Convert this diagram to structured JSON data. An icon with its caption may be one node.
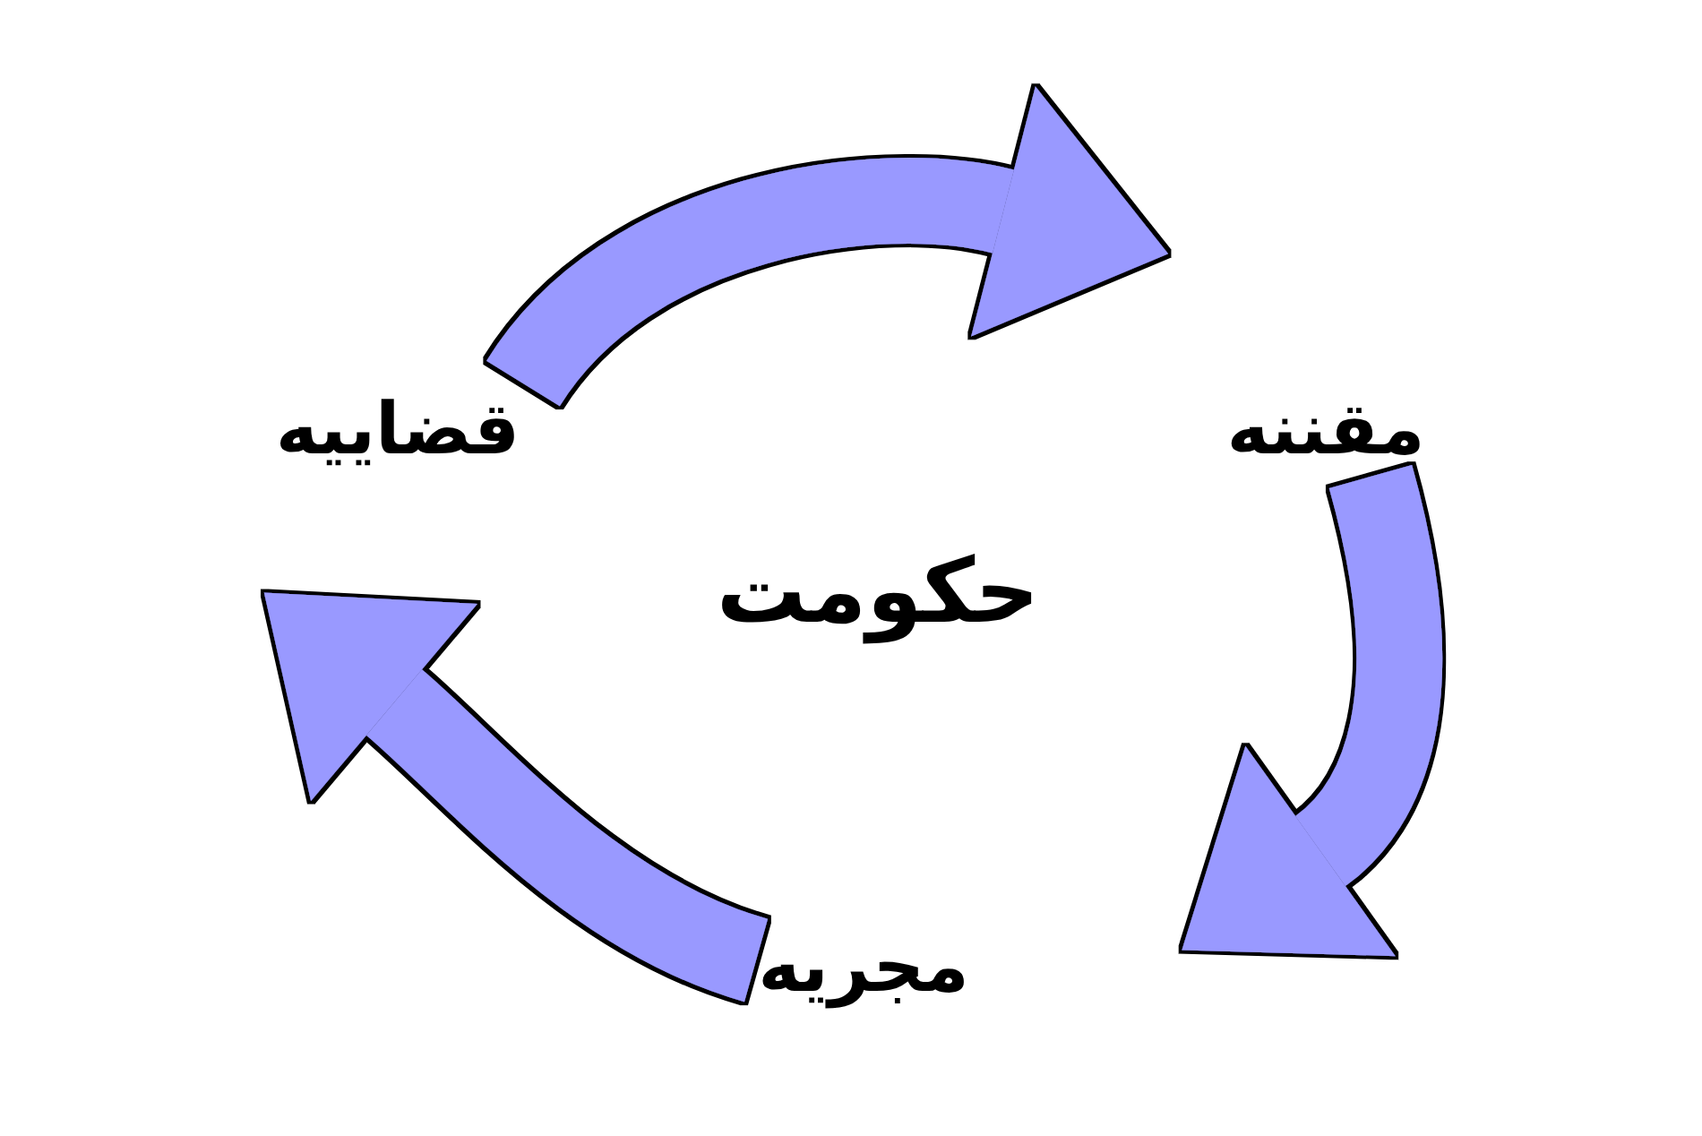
{
  "diagram": {
    "nodes": [
      {
        "text": [
          "قضاییه"
        ]
      },
      {
        "text": [
          "مقننه"
        ]
      },
      {
        "text": [
          "مجریه"
        ]
      }
    ],
    "edges": [
      {
        "from": 0,
        "to": 1,
        "arrow": "to"
      },
      {
        "from": 1,
        "to": 2,
        "arrow": "to"
      },
      {
        "from": 2,
        "to": 0,
        "arrow": "to"
      }
    ],
    "labels": [
      "حکومت"
    ]
  }
}
